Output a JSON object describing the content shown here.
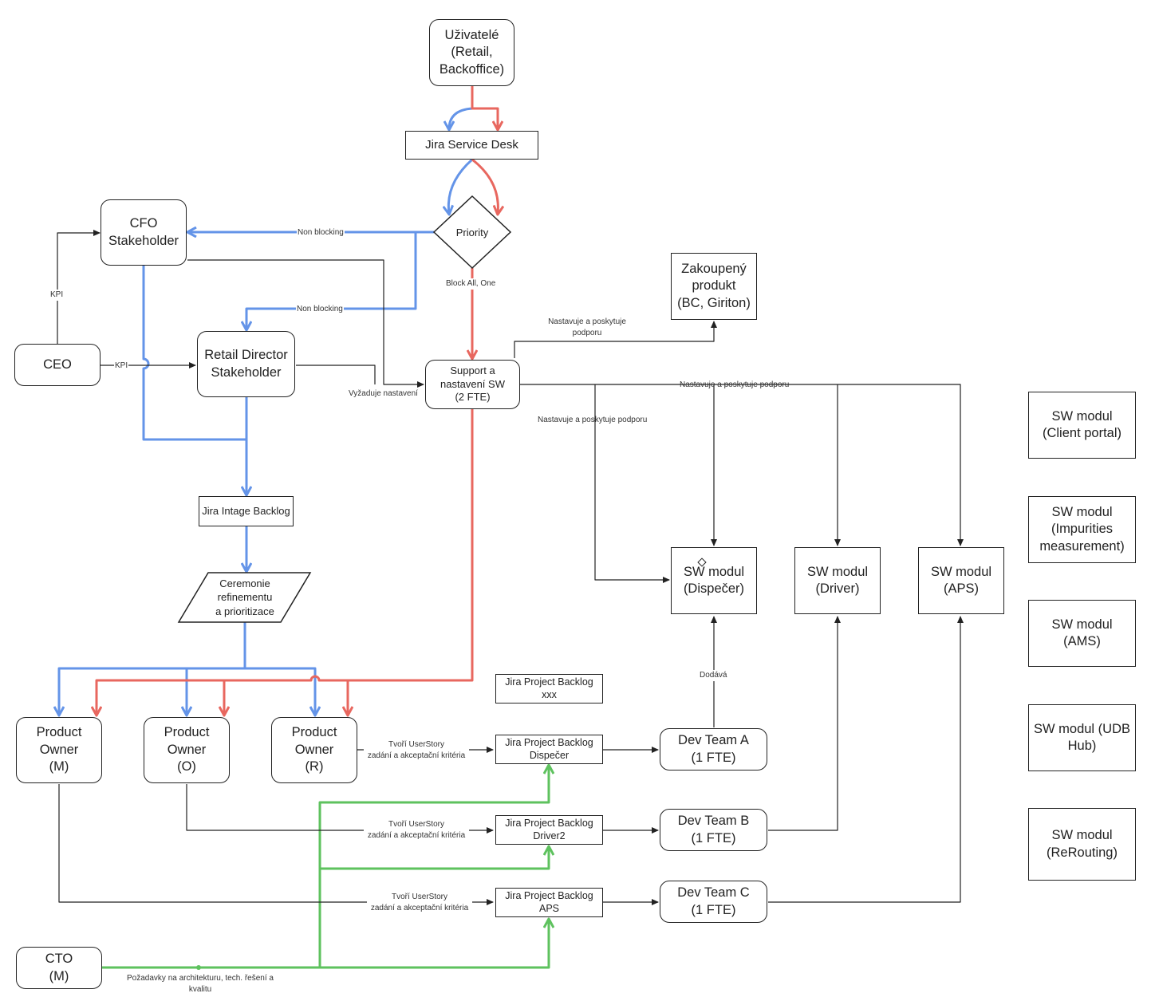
{
  "nodes": {
    "uzivatele": "Uživatelé\n(Retail,\nBackoffice)",
    "jira_service_desk": "Jira Service Desk",
    "cfo": "CFO\nStakeholder",
    "priority": "Priority",
    "zakoupeny": "Zakoupený\nprodukt\n(BC, Giriton)",
    "ceo": "CEO",
    "retail_director": "Retail Director\nStakeholder",
    "support": "Support a\nnastavení SW\n(2 FTE)",
    "jira_intage": "Jira Intage Backlog",
    "ceremonie": "Ceremonie\nrefinementu\na  prioritizace",
    "sw_dispecer": "SW modul\n(Dispečer)",
    "sw_driver": "SW modul\n(Driver)",
    "sw_aps": "SW modul\n(APS)",
    "sw_client_portal": "SW modul\n(Client portal)",
    "sw_impurities": "SW modul\n(Impurities\nmeasurement)",
    "sw_ams": "SW modul\n(AMS)",
    "sw_udb": "SW modul (UDB\nHub)",
    "sw_rerouting": "SW modul\n(ReRouting)",
    "po_m": "Product\nOwner\n(M)",
    "po_o": "Product\nOwner\n(O)",
    "po_r": "Product\nOwner\n(R)",
    "jpb_xxx": "Jira Project Backlog\nxxx",
    "jpb_dispecer": "Jira Project Backlog\nDispečer",
    "jpb_driver2": "Jira Project Backlog\nDriver2",
    "jpb_aps": "Jira Project Backlog\nAPS",
    "dev_a": "Dev Team A\n(1 FTE)",
    "dev_b": "Dev Team B\n(1 FTE)",
    "dev_c": "Dev Team C\n(1 FTE)",
    "cto": "CTO\n(M)"
  },
  "edge_labels": {
    "non_blocking_1": "Non blocking",
    "non_blocking_2": "Non blocking",
    "block_all": "Block All, One",
    "kpi_1": "KPI",
    "kpi_2": "KPI",
    "vyzaduje": "Vyžaduje nastavení",
    "nastavuje_1": "Nastavuje a poskytuje\npodporu",
    "nastavuje_2": "Nastavuje a poskytuje podporu",
    "nastavuje_3": "Nastavuje a poskytuje podporu",
    "dodava": "Dodává",
    "tvori_1": "Tvoří UserStory\nzadání a akceptační kritéria",
    "tvori_2": "Tvoří UserStory\nzadání a akceptační kritéria",
    "tvori_3": "Tvoří UserStory\nzadání a akceptační kritéria",
    "pozadavky": "Požadavky na architekturu, tech. řešení a\nkvalitu"
  },
  "colors": {
    "blue": "#6494e8",
    "red": "#e8675f",
    "green": "#5ec25e",
    "black": "#222222"
  }
}
